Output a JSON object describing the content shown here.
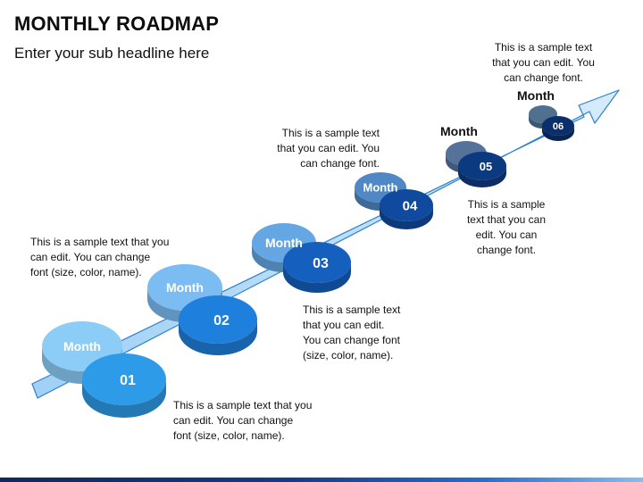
{
  "header": {
    "title": "MONTHLY ROADMAP",
    "subtitle": "Enter your sub headline here"
  },
  "colors": {
    "arrow": "#b9dcf7",
    "arrow_stroke": "#2f7fd0",
    "bottom_bar": "#0d3d8c"
  },
  "stages": [
    {
      "number": "01",
      "label": "Month",
      "number_color": "#2e9be8",
      "label_color": "#8ccdf7",
      "text": "This is a sample text that you\ncan edit. You can change\nfont (size, color, name)."
    },
    {
      "number": "02",
      "label": "Month",
      "number_color": "#1f7fdc",
      "label_color": "#7bbcf2",
      "text": "This is a sample text that you\ncan edit. You can change\nfont (size, color, name)."
    },
    {
      "number": "03",
      "label": "Month",
      "number_color": "#155fbf",
      "label_color": "#64a7e2",
      "text": "This is a sample text\nthat you can edit.\nYou can change font\n(size, color, name)."
    },
    {
      "number": "04",
      "label": "Month",
      "number_color": "#0f4a9e",
      "label_color": "#4f88c4",
      "text": "This is a sample text\nthat you can edit. You\ncan change font."
    },
    {
      "number": "05",
      "label": "Month",
      "number_color": "#0b3a80",
      "label_color": "#55729b",
      "text": "This is a sample\ntext that you can\nedit. You can\nchange font."
    },
    {
      "number": "06",
      "label": "Month",
      "number_color": "#0a2f6a",
      "label_color": "#50708f",
      "text": "This is a sample text\nthat you can edit. You\ncan change font."
    }
  ]
}
